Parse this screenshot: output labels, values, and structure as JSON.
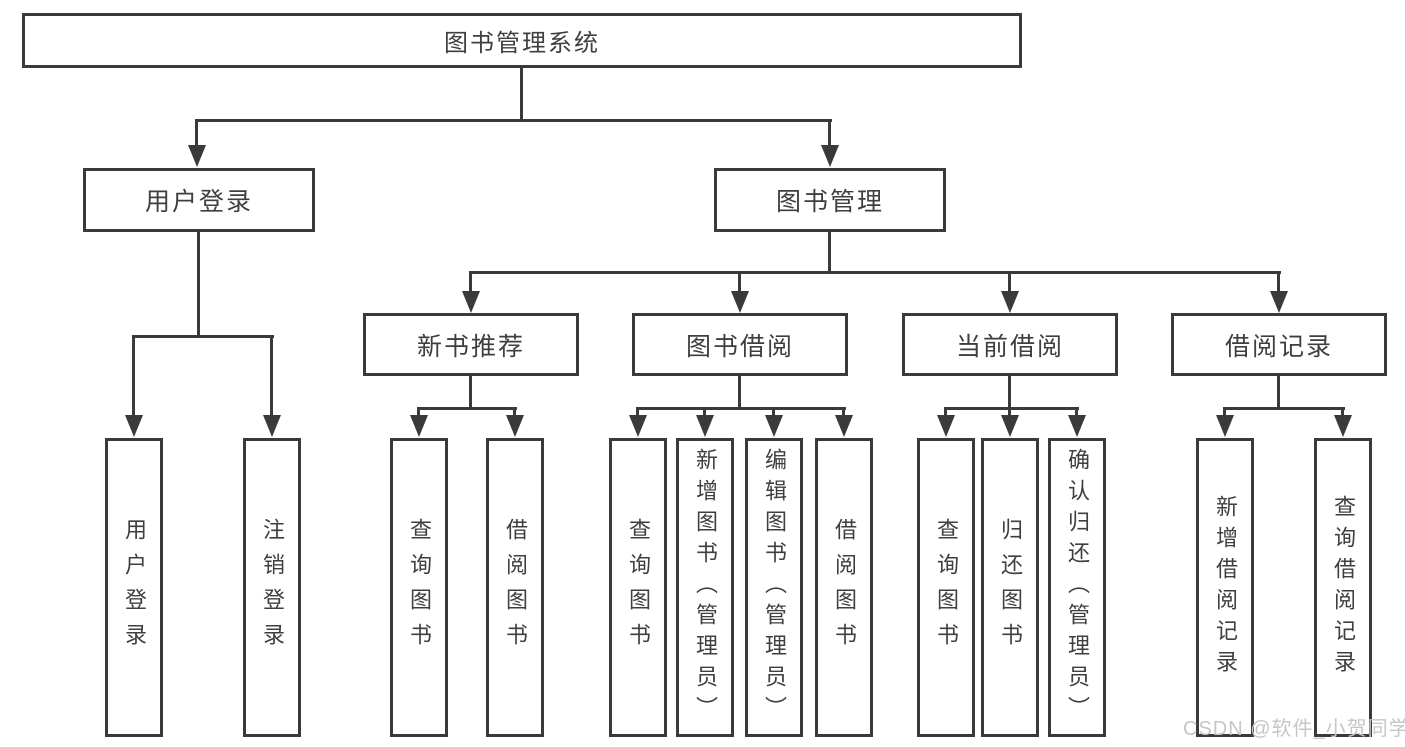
{
  "colors": {
    "line": "#3a3a3a",
    "text": "#3f3f3f",
    "watermark": "#c6c6c6",
    "background": "#ffffff"
  },
  "watermark": {
    "text": "CSDN @软件_小贺同学"
  },
  "nodes": {
    "root": {
      "label": "图书管理系统"
    },
    "user_login": {
      "label": "用户登录"
    },
    "book_mgmt": {
      "label": "图书管理"
    },
    "new_book_recommend": {
      "label": "新书推荐"
    },
    "book_borrow": {
      "label": "图书借阅"
    },
    "current_borrow": {
      "label": "当前借阅"
    },
    "borrow_record": {
      "label": "借阅记录"
    },
    "leaf_user_login": {
      "label": "用户登录"
    },
    "leaf_logout": {
      "label": "注销登录"
    },
    "leaf_query_book_recommend": {
      "label": "查询图书"
    },
    "leaf_borrow_book_recommend": {
      "label": "借阅图书"
    },
    "leaf_query_book_borrow": {
      "label": "查询图书"
    },
    "leaf_add_book": {
      "label": "新增图书（管理员）"
    },
    "leaf_edit_book": {
      "label": "编辑图书（管理员）"
    },
    "leaf_borrow_book": {
      "label": "借阅图书"
    },
    "leaf_query_book_current": {
      "label": "查询图书"
    },
    "leaf_return_book": {
      "label": "归还图书"
    },
    "leaf_confirm_return": {
      "label": "确认归还（管理员）"
    },
    "leaf_add_borrow_record": {
      "label": "新增借阅记录"
    },
    "leaf_query_borrow_record": {
      "label": "查询借阅记录"
    }
  },
  "hierarchy": {
    "图书管理系统": {
      "用户登录": [
        "用户登录",
        "注销登录"
      ],
      "图书管理": {
        "新书推荐": [
          "查询图书",
          "借阅图书"
        ],
        "图书借阅": [
          "查询图书",
          "新增图书（管理员）",
          "编辑图书（管理员）",
          "借阅图书"
        ],
        "当前借阅": [
          "查询图书",
          "归还图书",
          "确认归还（管理员）"
        ],
        "借阅记录": [
          "新增借阅记录",
          "查询借阅记录"
        ]
      }
    }
  }
}
